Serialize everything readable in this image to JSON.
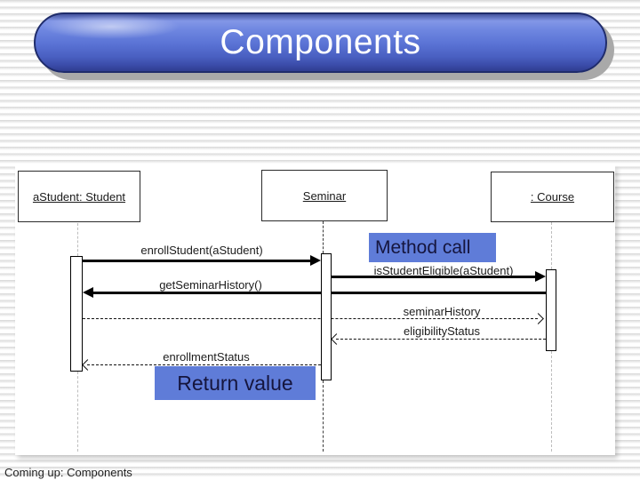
{
  "slide": {
    "title": "Components",
    "footer": "Coming up: Components"
  },
  "diagram": {
    "actors": [
      {
        "label": "aStudent: Student"
      },
      {
        "label": "Seminar"
      },
      {
        "label": ": Course"
      }
    ],
    "messages": [
      {
        "label": "enrollStudent(aStudent)",
        "type": "method-call",
        "from": "aStudent: Student",
        "to": "Seminar"
      },
      {
        "label": "isStudentEligible(aStudent)",
        "type": "method-call",
        "from": "Seminar",
        "to": ": Course"
      },
      {
        "label": "getSeminarHistory()",
        "type": "method-call",
        "from": ": Course",
        "to": "aStudent: Student"
      },
      {
        "label": "seminarHistory",
        "type": "return-value",
        "from": "aStudent: Student",
        "to": ": Course"
      },
      {
        "label": "eligibilityStatus",
        "type": "return-value",
        "from": ": Course",
        "to": "Seminar"
      },
      {
        "label": "enrollmentStatus",
        "type": "return-value",
        "from": "Seminar",
        "to": "aStudent: Student"
      }
    ],
    "annotations": [
      {
        "label": "Method call"
      },
      {
        "label": "Return value"
      }
    ]
  },
  "colors": {
    "banner_blue": "#5a73d5",
    "banner_border": "#1f2c6b",
    "highlight_blue": "#5f7cd8",
    "shadow_gray": "#a9a9a9",
    "stripe_gray": "#d7d7d7"
  }
}
